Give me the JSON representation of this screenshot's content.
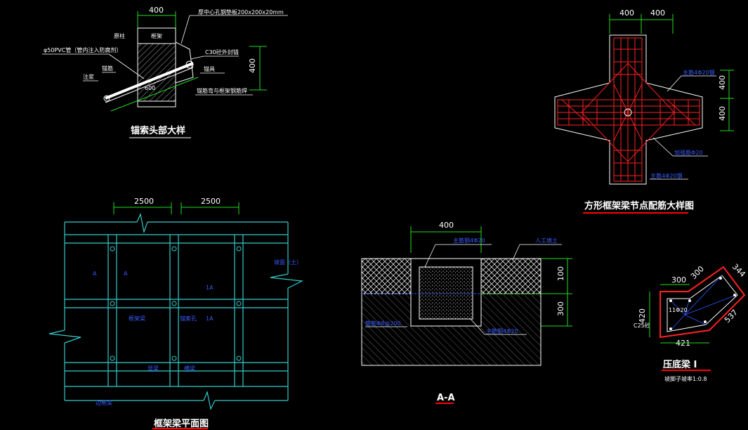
{
  "colors": {
    "background": "#000000",
    "dimension": "#22dd22",
    "text": "#ffffff",
    "annotation": "#3355ff",
    "frame_plan": "#33cccc",
    "rebar": "#ff2020",
    "underline": "#ff0000"
  },
  "anchor_detail": {
    "title": "锚索头部大样",
    "dim_width": "400",
    "dim_height": "400",
    "dim_diag": "600",
    "labels": {
      "plate": "厚中心孔钢垫板200x200x20mm",
      "concrete": "C30砼外封锚",
      "pvc": "φ50PVC管（管内注入防腐剂）",
      "beam": "框架",
      "column": "原柱",
      "anchor_bar": "锚筋",
      "grout": "注浆",
      "nut": "锚具",
      "bend": "锚筋弯与框架钢筋焊"
    }
  },
  "node_detail": {
    "title": "方形框架梁节点配筋大样图",
    "dim_top_left": "400",
    "dim_top_right": "400",
    "dim_right_top": "400",
    "dim_right_bottom": "400",
    "labels": {
      "main_bar_top": "主筋4Φ20钢",
      "stirrup": "加强筋Φ20",
      "main_bar_bottom": "主筋4Φ20钢"
    }
  },
  "frame_plan": {
    "title": "框架梁平面图",
    "dim_left": "2500",
    "dim_right": "2500",
    "section_mark_a1": "A",
    "section_mark_a2": "A",
    "section_mark_a3": "1A",
    "section_mark_a4": "1A",
    "labels": {
      "beam": "框架梁",
      "anchor": "锚索孔",
      "vertical": "竖梁",
      "horizontal": "横梁",
      "grout": "坡面（土）",
      "edge": "边框梁"
    }
  },
  "section_aa": {
    "title": "A-A",
    "dim_width": "400",
    "dim_upper": "100",
    "dim_lower": "300",
    "labels": {
      "bar_top": "主筋钢4Φ20",
      "fill": "人工填土",
      "bar_left": "箍筋Φ8@200",
      "bar_bottom": "主筋钢4Φ20"
    }
  },
  "beam_section": {
    "title": "压底梁 I",
    "subtitle": "坡脚子坡率1:0.8",
    "dim_300a": "300",
    "dim_300b": "300",
    "dim_344": "344",
    "dim_420": "420",
    "dim_537": "537",
    "dim_421": "421",
    "label_bar": "11Φ20",
    "label_c": "C25砼"
  }
}
